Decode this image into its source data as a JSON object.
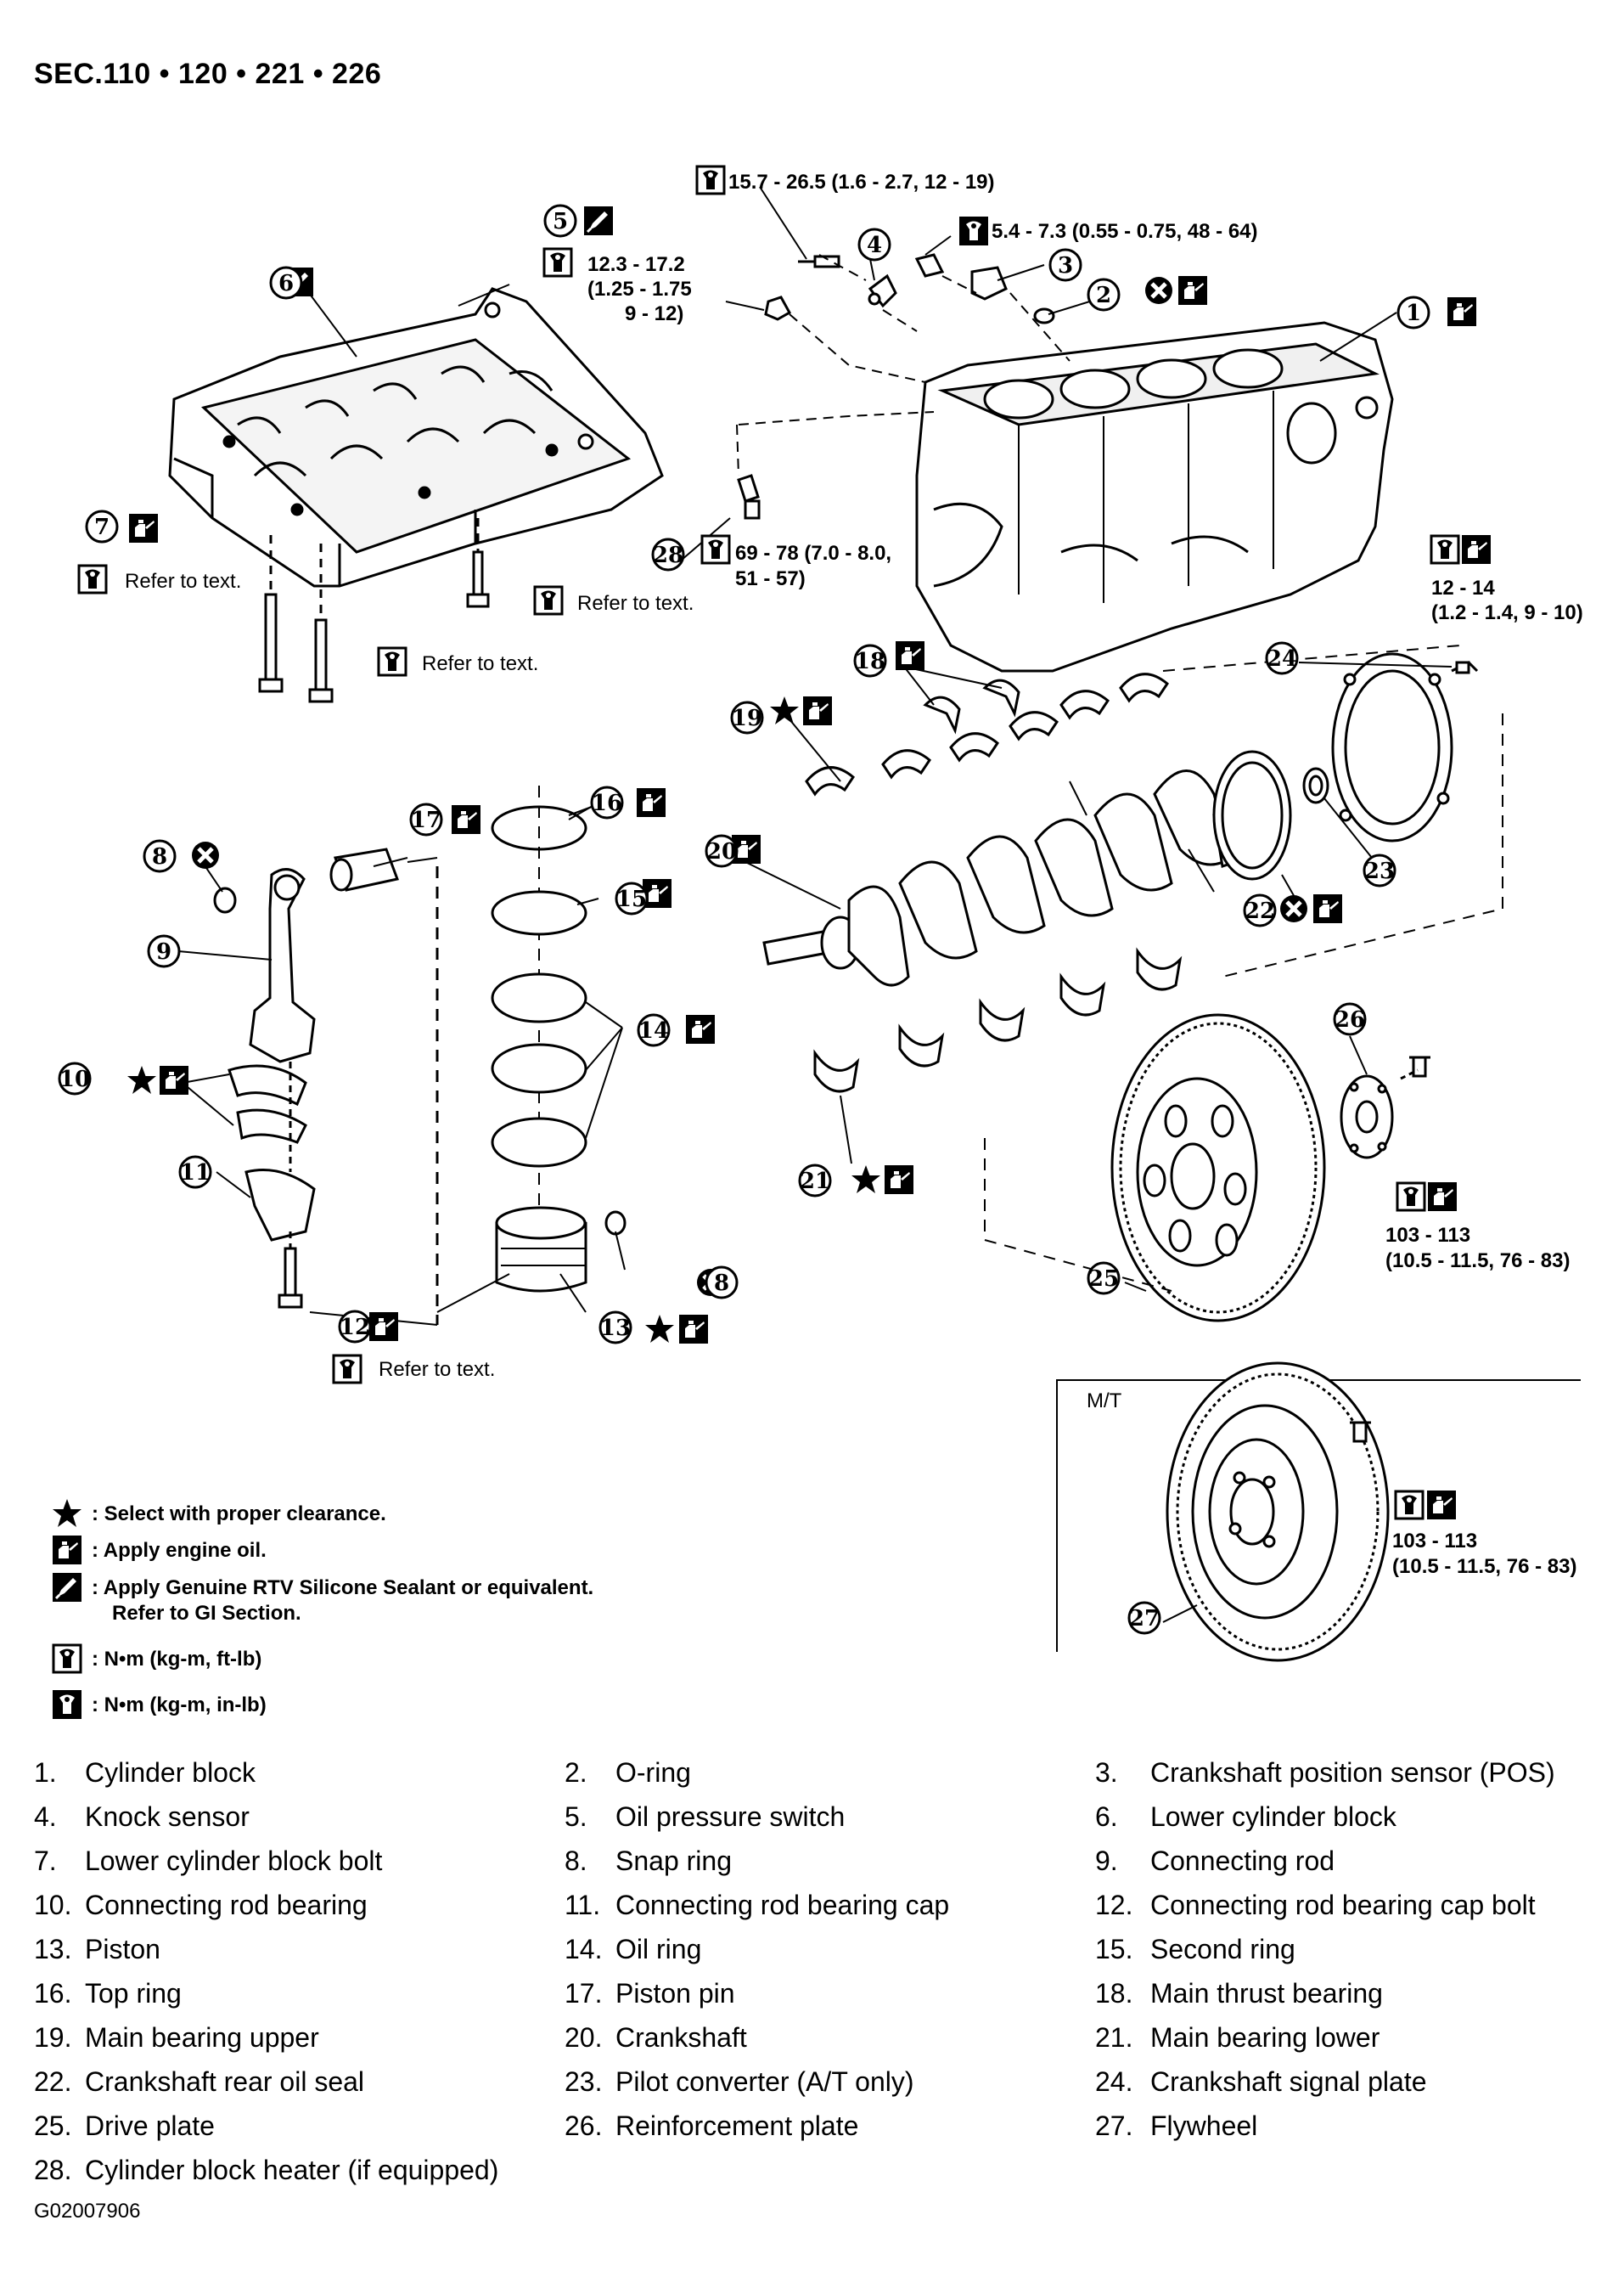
{
  "header": {
    "section": "SEC.110 • 120 • 221 • 226"
  },
  "torque_labels": {
    "t_top": "15.7 - 26.5 (1.6 - 2.7, 12 - 19)",
    "t_sensor": "5.4 - 7.3 (0.55 - 0.75, 48 - 64)",
    "t_oilsw_1": "12.3 - 17.2",
    "t_oilsw_2": "(1.25 - 1.75",
    "t_oilsw_3": "9 - 12)",
    "t_heater_1": "69 - 78 (7.0 - 8.0,",
    "t_heater_2": "51 - 57)",
    "t_signal_1": "12 - 14",
    "t_signal_2": "(1.2 - 1.4, 9 - 10)",
    "t_drive_1": "103 - 113",
    "t_drive_2": "(10.5 - 11.5, 76 - 83)",
    "t_fly_1": "103 - 113",
    "t_fly_2": "(10.5 - 11.5, 76 - 83)",
    "refer_1": "Refer to text.",
    "refer_2": "Refer to text.",
    "refer_3": "Refer to text.",
    "refer_4": "Refer to text."
  },
  "mt_box": {
    "label": "M/T"
  },
  "legend": [
    {
      "icon": "star-icon",
      "text": ": Select with proper clearance."
    },
    {
      "icon": "oil-can-icon",
      "text": ": Apply engine oil."
    },
    {
      "icon": "sealant-icon",
      "text": ": Apply Genuine RTV Silicone Sealant or equivalent."
    },
    {
      "icon": "none",
      "text": "Refer to GI Section."
    },
    {
      "icon": "torque-wrench-icon",
      "text": ": N•m (kg-m, ft-lb)"
    },
    {
      "icon": "torque-wrench-filled-icon",
      "text": ": N•m (kg-m, in-lb)"
    }
  ],
  "callouts": [
    "1",
    "2",
    "3",
    "4",
    "5",
    "6",
    "7",
    "8",
    "9",
    "10",
    "11",
    "12",
    "13",
    "14",
    "15",
    "16",
    "17",
    "18",
    "19",
    "20",
    "21",
    "22",
    "23",
    "24",
    "25",
    "26",
    "27",
    "28",
    "8"
  ],
  "parts": [
    {
      "no": "1.",
      "name": "Cylinder block"
    },
    {
      "no": "2.",
      "name": "O-ring"
    },
    {
      "no": "3.",
      "name": "Crankshaft position sensor (POS)"
    },
    {
      "no": "4.",
      "name": "Knock sensor"
    },
    {
      "no": "5.",
      "name": "Oil pressure switch"
    },
    {
      "no": "6.",
      "name": "Lower cylinder block"
    },
    {
      "no": "7.",
      "name": "Lower cylinder block bolt"
    },
    {
      "no": "8.",
      "name": "Snap ring"
    },
    {
      "no": "9.",
      "name": "Connecting rod"
    },
    {
      "no": "10.",
      "name": "Connecting rod bearing"
    },
    {
      "no": "11.",
      "name": "Connecting rod bearing cap"
    },
    {
      "no": "12.",
      "name": "Connecting rod bearing cap bolt"
    },
    {
      "no": "13.",
      "name": "Piston"
    },
    {
      "no": "14.",
      "name": "Oil ring"
    },
    {
      "no": "15.",
      "name": "Second ring"
    },
    {
      "no": "16.",
      "name": "Top ring"
    },
    {
      "no": "17.",
      "name": "Piston pin"
    },
    {
      "no": "18.",
      "name": "Main thrust bearing"
    },
    {
      "no": "19.",
      "name": "Main bearing upper"
    },
    {
      "no": "20.",
      "name": "Crankshaft"
    },
    {
      "no": "21.",
      "name": "Main bearing lower"
    },
    {
      "no": "22.",
      "name": "Crankshaft rear oil seal"
    },
    {
      "no": "23.",
      "name": "Pilot converter (A/T only)"
    },
    {
      "no": "24.",
      "name": "Crankshaft signal plate"
    },
    {
      "no": "25.",
      "name": "Drive plate"
    },
    {
      "no": "26.",
      "name": "Reinforcement plate"
    },
    {
      "no": "27.",
      "name": "Flywheel"
    },
    {
      "no": "28.",
      "name": "Cylinder block heater (if equipped)"
    }
  ],
  "footer": {
    "code": "G02007906"
  }
}
